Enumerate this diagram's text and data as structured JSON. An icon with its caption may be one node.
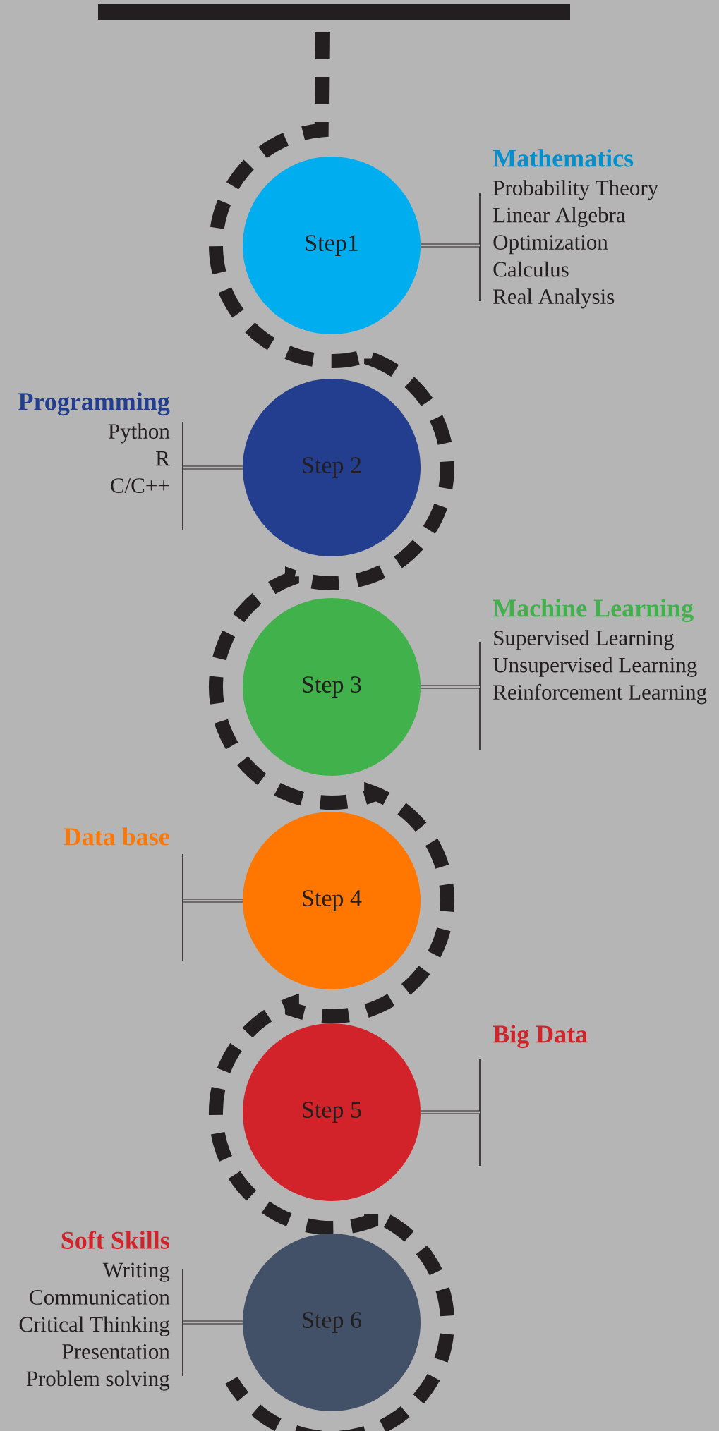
{
  "diagram": {
    "nodes": [
      {
        "text": [
          "Step1"
        ]
      },
      {
        "text": [
          "Mathematics",
          "Probability Theory",
          "Linear Algebra",
          "Optimization",
          "Calculus",
          "Real Analysis"
        ]
      },
      {
        "text": [
          "Programming",
          "Python",
          "R",
          "C/C++"
        ]
      },
      {
        "text": [
          "Step 2"
        ]
      },
      {
        "text": [
          "Step 3"
        ]
      },
      {
        "text": [
          "Machine Learning",
          "Supervised Learning",
          "Unsupervised Learning",
          "Reinforcement Learning"
        ]
      },
      {
        "text": [
          "Data base"
        ]
      },
      {
        "text": [
          "Step 4"
        ]
      },
      {
        "text": [
          "Step 5"
        ]
      },
      {
        "text": [
          "Big Data"
        ]
      },
      {
        "text": [
          "Soft Skills",
          "Writing",
          "Communication",
          "Critical Thinking",
          "Presentation",
          "Problem solving"
        ]
      },
      {
        "text": [
          "Step 6"
        ]
      }
    ],
    "edges": [
      {
        "from": 0,
        "to": 1,
        "arrow": "none"
      },
      {
        "from": 3,
        "to": 2,
        "arrow": "none"
      },
      {
        "from": 4,
        "to": 5,
        "arrow": "none"
      },
      {
        "from": 7,
        "to": 6,
        "arrow": "none"
      },
      {
        "from": 8,
        "to": 9,
        "arrow": "none"
      },
      {
        "from": 11,
        "to": 10,
        "arrow": "none"
      }
    ]
  }
}
